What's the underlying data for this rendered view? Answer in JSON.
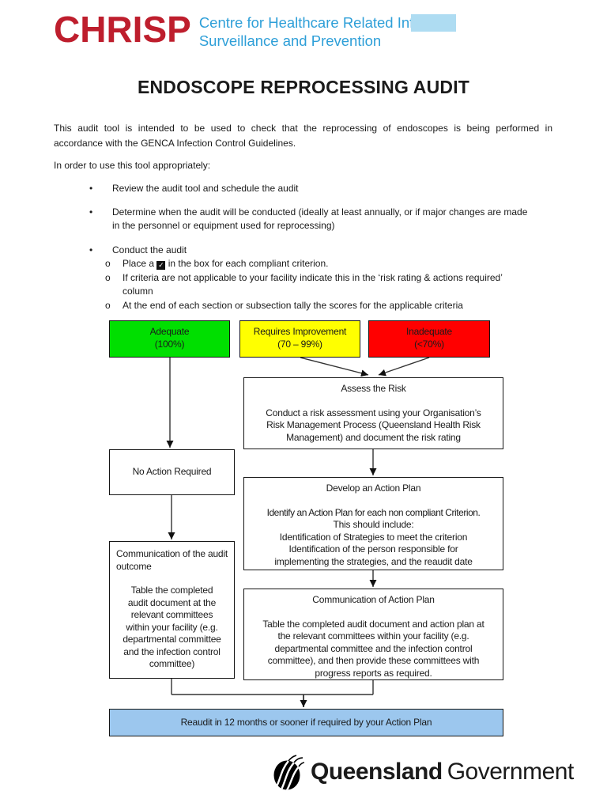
{
  "header": {
    "brand": "CHRISP",
    "brand_color": "#BE1E2D",
    "tagline_line1": "Centre for Healthcare Related Infection",
    "tagline_line2": "Surveillance and Prevention",
    "tagline_color": "#2E9FD8",
    "accent_box_color": "#AEDCF2"
  },
  "title": "ENDOSCOPE REPROCESSING AUDIT",
  "intro": {
    "line1": "This audit tool is intended to be used to check that the reprocessing of endoscopes is being performed in",
    "line2": "accordance with the GENCA Infection Control Guidelines.",
    "lead": "In order to use this tool appropriately:"
  },
  "bullets": {
    "marker": "•",
    "sub_marker": "o",
    "item1": "Review the audit tool and schedule the audit",
    "item2_line1": "Determine when the audit will be conducted (ideally at least annually, or if major changes are made",
    "item2_line2": "in the personnel or equipment used for reprocessing)",
    "item3": "Conduct the audit",
    "sub1_pre": "Place a",
    "checkbox_glyph": "✓",
    "sub1_post": "in the box for each compliant criterion.",
    "sub2_line1": "If criteria are not applicable to your facility indicate this in the ‘risk rating & actions required’",
    "sub2_line2": "column",
    "sub3": "At the end of each section or subsection tally the scores for the applicable criteria"
  },
  "flowchart": {
    "legend_adequate": {
      "line1": "Adequate",
      "line2": "(100%)",
      "color": "#00DF00"
    },
    "legend_improvement": {
      "line1": "Requires Improvement",
      "line2": "(70 – 99%)",
      "color": "#FFFF00"
    },
    "legend_inadequate": {
      "line1": "Inadequate",
      "line2": "(<70%)",
      "color": "#FF0000"
    },
    "assess_risk": {
      "title": "Assess the Risk",
      "line1": "Conduct a risk assessment using your Organisation’s",
      "line2": "Risk Management Process (Queensland Health Risk",
      "line3": "Management) and document the risk rating"
    },
    "no_action": {
      "label": "No Action Required"
    },
    "develop_plan": {
      "title": "Develop an Action Plan",
      "line1": "Identify an Action Plan for each non compliant Criterion.",
      "line2": "This should include:",
      "line3": "Identification of Strategies to meet the criterion",
      "line4": "Identification of the person responsible for",
      "line5": "implementing the strategies, and the reaudit date"
    },
    "comm_outcome": {
      "title": "Communication of the audit outcome",
      "line1": "Table the completed",
      "line2": "audit document at the",
      "line3": "relevant committees",
      "line4": "within your facility (e.g.",
      "line5": "departmental committee",
      "line6": "and the infection control",
      "line7": "committee)"
    },
    "comm_plan": {
      "title": "Communication of Action Plan",
      "line1": "Table the completed audit document and action plan at",
      "line2": "the relevant committees within your facility (e.g.",
      "line3": "departmental committee and the infection control",
      "line4": "committee), and then provide these committees with",
      "line5": "progress reports as required."
    },
    "reaudit_bar": {
      "label": "Reaudit in 12 months or sooner if required by your Action Plan",
      "color": "#9CC7EE"
    }
  },
  "footer": {
    "gov_bold": "Queensland",
    "gov_regular": "Government"
  }
}
